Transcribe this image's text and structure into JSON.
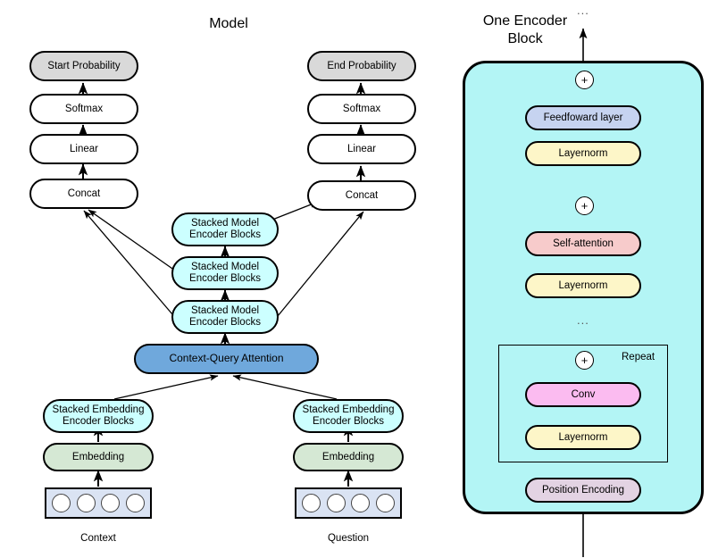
{
  "figure": {
    "left_title": "Model",
    "right_title_line1": "One Encoder",
    "right_title_line2": "Block",
    "ellipsis": "..."
  },
  "colors": {
    "probability_gray": "#d9d9d9",
    "plain_white": "#ffffff",
    "encoder_cyan": "#ccffff",
    "attention_blue": "#6fa8dc",
    "embedding_green": "#d5e8d4",
    "token_box_blue": "#dae3f3",
    "panel_cyan": "#b3f5f5",
    "feedforward_blue": "#c6d3f0",
    "layernorm_yellow": "#fdf6c8",
    "selfattention_pink": "#f7cbcb",
    "conv_pink": "#fbbbf0",
    "position_mauve": "#e3d3e3",
    "stroke": "#000000"
  },
  "model": {
    "start_column": {
      "probability": "Start Probability",
      "softmax": "Softmax",
      "linear": "Linear",
      "concat": "Concat"
    },
    "end_column": {
      "probability": "End Probability",
      "softmax": "Softmax",
      "linear": "Linear",
      "concat": "Concat"
    },
    "stacked_model_encoder_blocks": [
      "Stacked Model\nEncoder Blocks",
      "Stacked Model\nEncoder Blocks",
      "Stacked Model\nEncoder Blocks"
    ],
    "stacked_model_label_line1": "Stacked Model",
    "stacked_model_label_line2": "Encoder Blocks",
    "context_query_attention": "Context-Query Attention",
    "context_branch": {
      "stacked_embedding_line1": "Stacked Embedding",
      "stacked_embedding_line2": "Encoder Blocks",
      "embedding": "Embedding",
      "caption": "Context",
      "token_count": 4
    },
    "question_branch": {
      "stacked_embedding_line1": "Stacked Embedding",
      "stacked_embedding_line2": "Encoder Blocks",
      "embedding": "Embedding",
      "caption": "Question",
      "token_count": 4
    }
  },
  "encoder_block": {
    "feedforward": "Feedfoward layer",
    "layernorm_top": "Layernorm",
    "self_attention": "Self-attention",
    "layernorm_mid": "Layernorm",
    "layernorm_repeat": "Layernorm",
    "conv": "Conv",
    "position_encoding": "Position Encoding",
    "repeat_label": "Repeat",
    "add_symbol": "+",
    "inner_ellipsis": "...",
    "top_ellipsis": "..."
  }
}
